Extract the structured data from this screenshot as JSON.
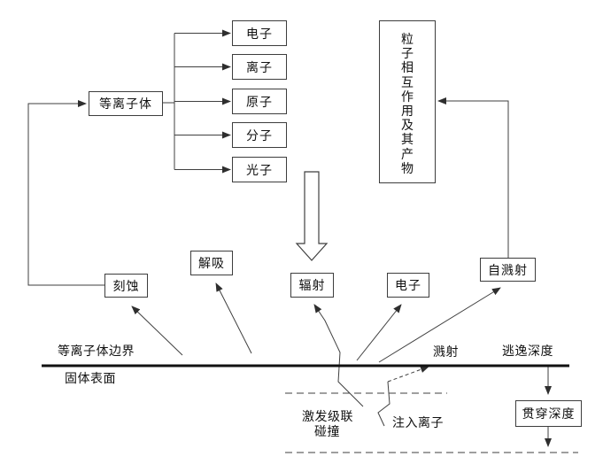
{
  "boxes": {
    "plasma": "等离子体",
    "electron_top": "电子",
    "ion": "离子",
    "atom": "原子",
    "molecule": "分子",
    "photon": "光子",
    "particle_interaction": "粒子相互作用及其产物",
    "desorption": "解吸",
    "etching": "刻蚀",
    "radiation": "辐射",
    "electron_bottom": "电子",
    "self_sputtering": "自溅射",
    "penetration_depth": "贯穿深度"
  },
  "labels": {
    "plasma_boundary": "等离子体边界",
    "solid_surface": "固体表面",
    "sputtering": "溅射",
    "escape_depth": "逃逸深度",
    "cascade_line1": "激发级联",
    "cascade_line2": "碰撞",
    "injected_ion": "注入离子"
  },
  "colors": {
    "line": "#3f3f3f",
    "surface_line": "#111111",
    "box_border": "#3d3d3d",
    "text": "#111111",
    "background": "#ffffff"
  }
}
